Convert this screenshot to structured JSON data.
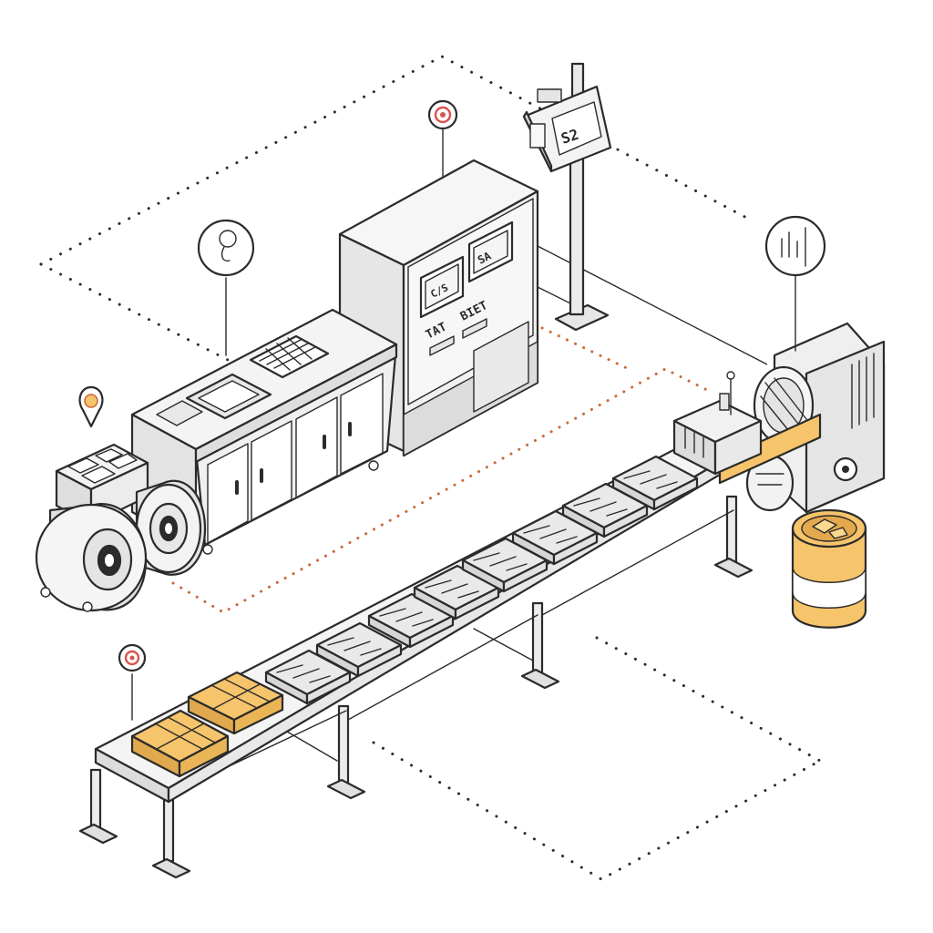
{
  "colors": {
    "outline": "#2b2b2b",
    "metal_light": "#f1f1f1",
    "metal_mid": "#e2e2e2",
    "metal_dark": "#cfcfcf",
    "accent_orange": "#f6c46b",
    "accent_red": "#d9534f",
    "path_dot_dark": "#2b2b2b",
    "path_dot_orange": "#c8683a"
  },
  "control_cabinet": {
    "screen_left_text": "C/S",
    "screen_right_text": "SA",
    "panel_label_left": "TAT",
    "panel_label_right": "BIET"
  },
  "sign_post": {
    "display_text": "S2"
  },
  "icons": [
    "thermometer-pin-icon",
    "bar-chart-pin-icon",
    "gear-marker-icon",
    "warning-marker-icon",
    "alert-marker-icon"
  ],
  "conveyor": {
    "tray_count": 8,
    "finished_stack_count": 2
  }
}
